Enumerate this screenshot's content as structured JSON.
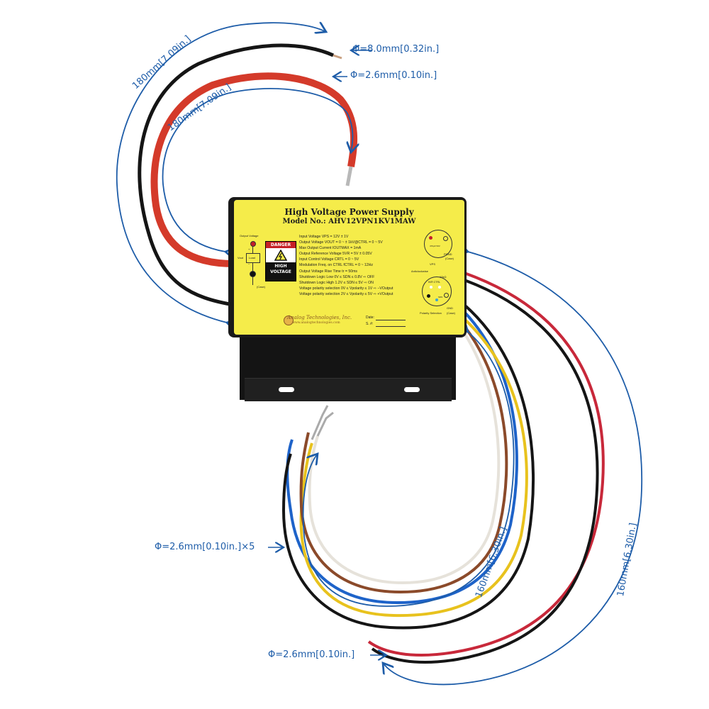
{
  "product": {
    "title": "High Voltage Power Supply",
    "model": "Model No.: AHV12VPN1KV1MAW",
    "danger_label": "DANGER",
    "warning_line1": "HIGH",
    "warning_line2": "VOLTAGE",
    "specs": [
      "Input Voltage VPS = 12V ± 1V",
      "Output Voltage VOUT = 0 ~ ± 1kV@CTRL = 0 ~ 5V",
      "Max Output Current IOUTMAX = 1mA",
      "Output Reference Voltage 5VR = 5V ± 0.05V",
      "Input Control Voltage CRTL = 0 ~ 5V",
      "Modulation Freq. on CTRL fCTRL = 0 ~ 12Hz",
      "Output Voltage Rise Time tr = 50ms",
      "Shutdown Logic Low 0V ≤ SDN ≤ 0.8V ⇨ OFF",
      "Shutdown Logic High 1.2V ≤ SDN ≤ 5V ⇨ ON",
      "Voltage polarity selection 0V ≤ Vpolarity ≤ 1V ⇨ −VOutput",
      "Voltage polarity selection 2V ≤ Vpolarity ≤ 5V ⇨ +VOutput"
    ],
    "left_diagram": {
      "output_voltage": "Output Voltage",
      "vout": "Vout",
      "load": "Load",
      "case": "(Case)",
      "plus": "+",
      "minus": "−"
    },
    "right_diagram": {
      "cap": "470μF 50V",
      "vps": "VPS",
      "pgnd": "PGND",
      "case1": "(Case)",
      "anticlockwise": "Anticlockwise",
      "pot": "10kΩ",
      "pins": "5VR  CTRL",
      "sdn": "SDN",
      "gnd": "GND",
      "polarity": "Polarity Selection",
      "case2": "(Case)"
    },
    "company": "Analog Technologies, Inc.",
    "website": "www.analogtechnologies.com",
    "date_label": "Date:",
    "sn_label": "S. #:"
  },
  "dimensions": {
    "black_wire_length": "180mm[7.09in.]",
    "red_wire_length": "180mm[7.09in.]",
    "black_wire_diameter": "Φ=8.0mm[0.32in.]",
    "red_wire_diameter": "Φ=2.6mm[0.10in.]",
    "signal_wires_diameter": "Φ=2.6mm[0.10in.]×5",
    "signal_wires_length": "160mm[6.30in.]",
    "power_wires_length": "160mm[6.30in.]",
    "power_wires_diameter": "Φ=2.6mm[0.10in.]"
  },
  "colors": {
    "dimension_blue": "#1d5ca8",
    "label_yellow": "#f5ec4a",
    "wire_red": "#d43a2a",
    "wire_black": "#151515",
    "wire_blue": "#1e63c9",
    "wire_yellow": "#e8c21d",
    "wire_brown": "#8b4a2a",
    "wire_white": "#e6e2da"
  }
}
